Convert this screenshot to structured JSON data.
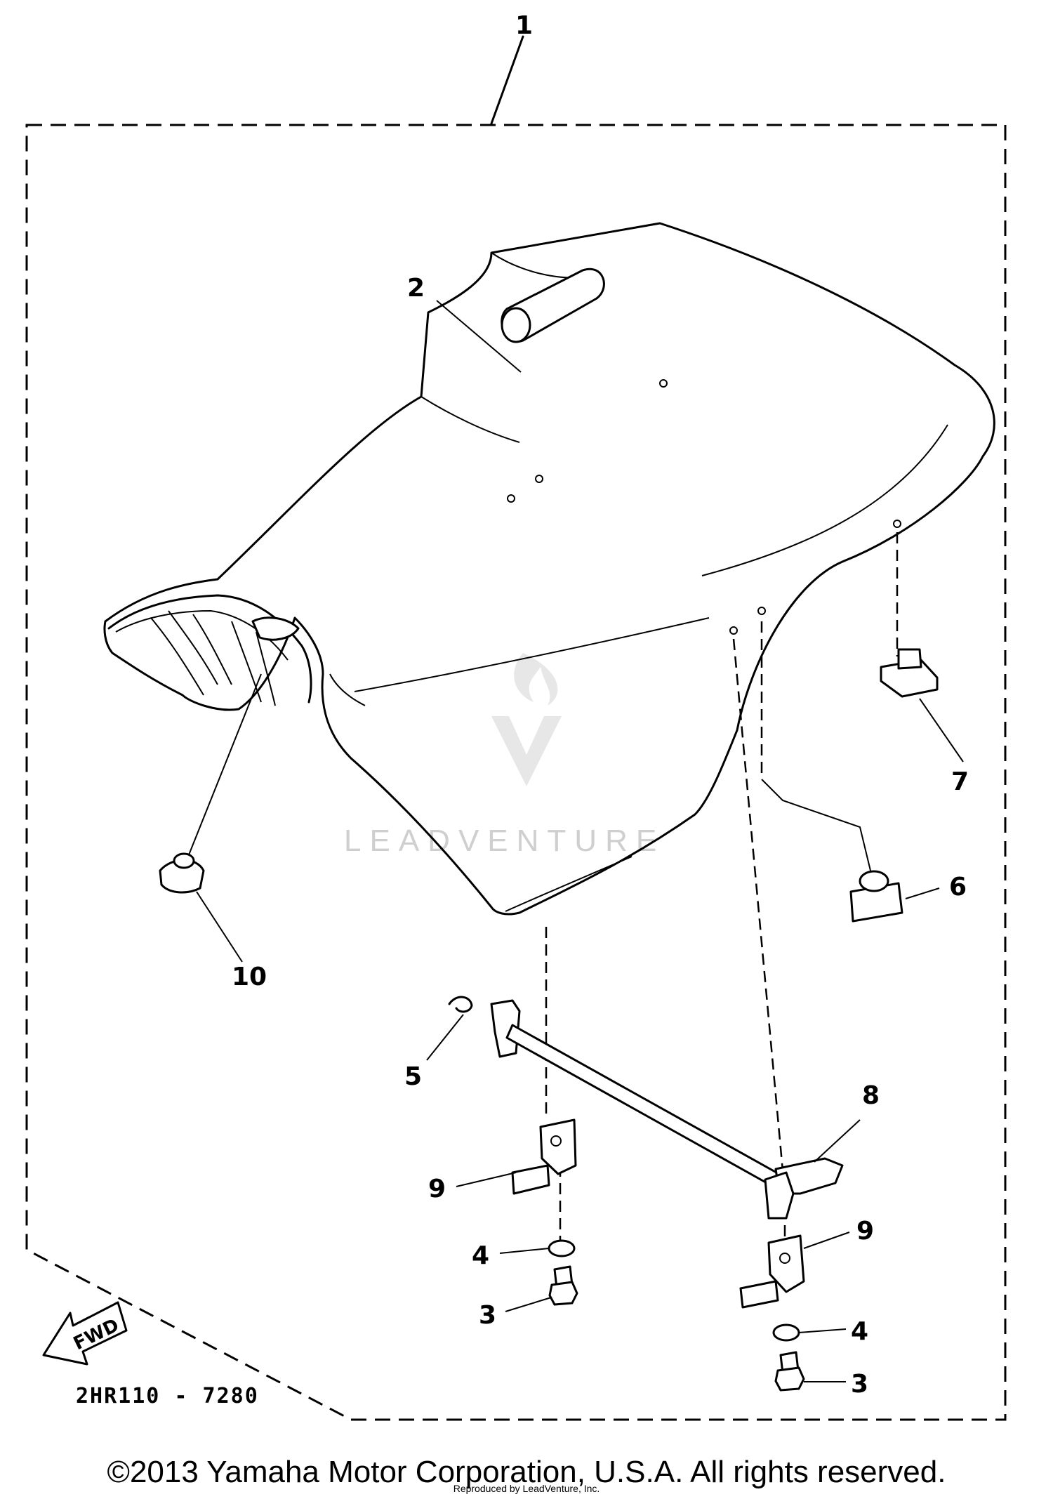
{
  "diagram": {
    "callouts": {
      "c1": "1",
      "c2": "2",
      "c3a": "3",
      "c3b": "3",
      "c4a": "4",
      "c4b": "4",
      "c5": "5",
      "c6": "6",
      "c7": "7",
      "c8": "8",
      "c9a": "9",
      "c9b": "9",
      "c10": "10"
    },
    "fwd_label": "FWD",
    "drawing_code": "2HR110 - 7280",
    "watermark": "LEADVENTURE"
  },
  "footer": {
    "copyright": "©2013 Yamaha Motor Corporation, U.S.A. All rights reserved.",
    "reproduced": "Reproduced by LeadVenture, Inc."
  }
}
